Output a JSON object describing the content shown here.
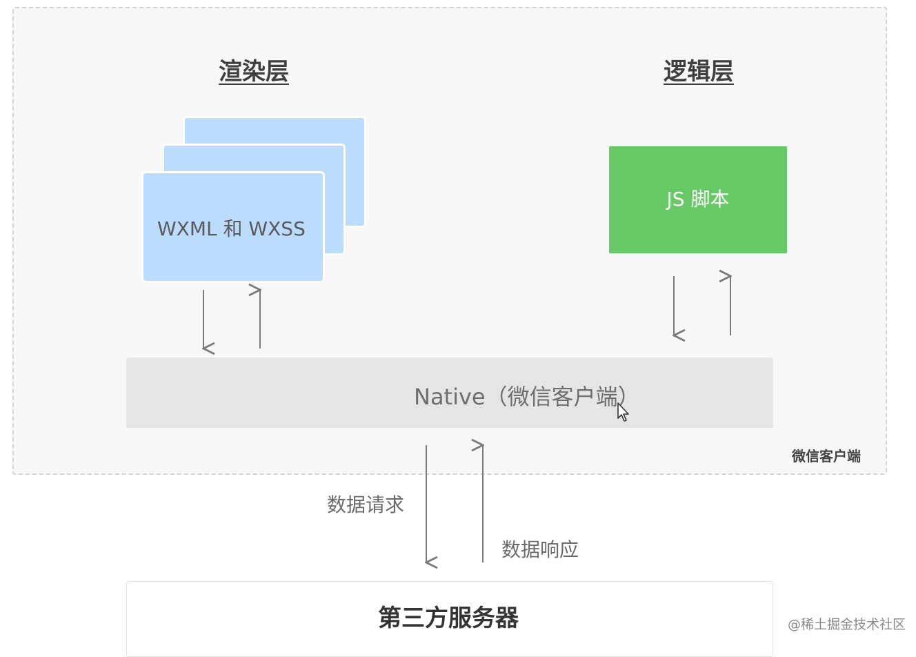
{
  "diagram": {
    "render_layer_title": "渲染层",
    "logic_layer_title": "逻辑层",
    "render_card_label": "WXML 和 WXSS",
    "js_box_label": "JS 脚本",
    "native_label": "Native（微信客户端）",
    "client_tag": "微信客户端",
    "data_request_label": "数据请求",
    "data_response_label": "数据响应",
    "server_label": "第三方服务器"
  },
  "watermark": "@稀土掘金技术社区",
  "colors": {
    "render_card": "#bcdcfd",
    "js_box": "#66c966",
    "native_bar": "#e5e5e5",
    "frame_border": "#d3d3d3"
  },
  "icons": [
    "arrow-down-icon",
    "arrow-up-icon",
    "mouse-cursor-icon"
  ]
}
